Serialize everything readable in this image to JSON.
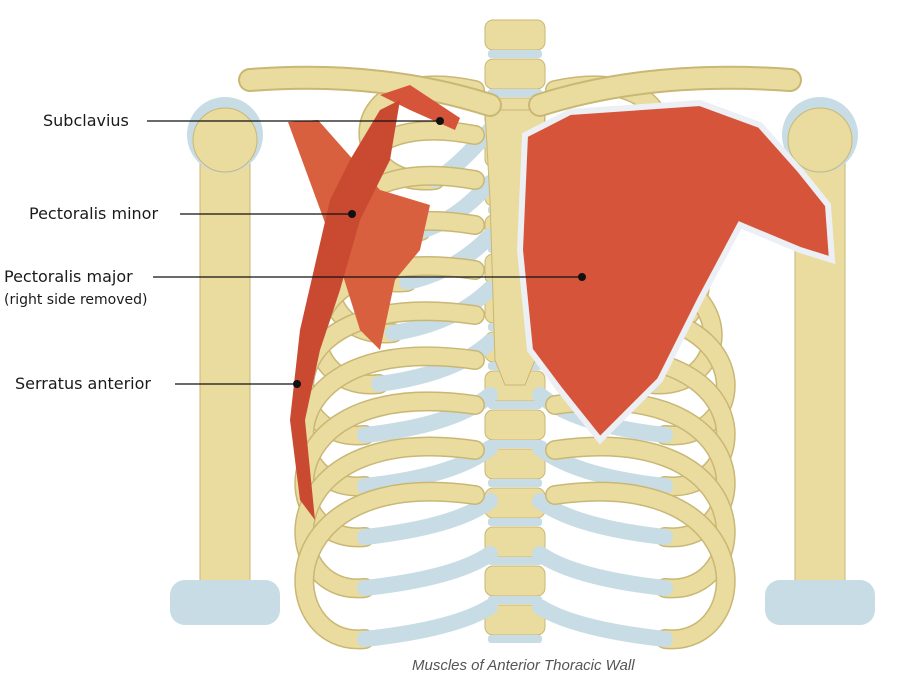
{
  "labels": {
    "subclavius": "Subclavius",
    "pectoralis_minor": "Pectoralis minor",
    "pectoralis_major": "Pectoralis major",
    "pectoralis_major_note": "(right side removed)",
    "serratus_anterior": "Serratus anterior"
  },
  "caption": "Muscles of Anterior Thoracic Wall",
  "colors": {
    "bone": "#eadb9f",
    "bone_edge": "#c9b774",
    "cartilage": "#c7dce4",
    "muscle": "#d6553a",
    "muscle_light": "#e88a6a"
  }
}
